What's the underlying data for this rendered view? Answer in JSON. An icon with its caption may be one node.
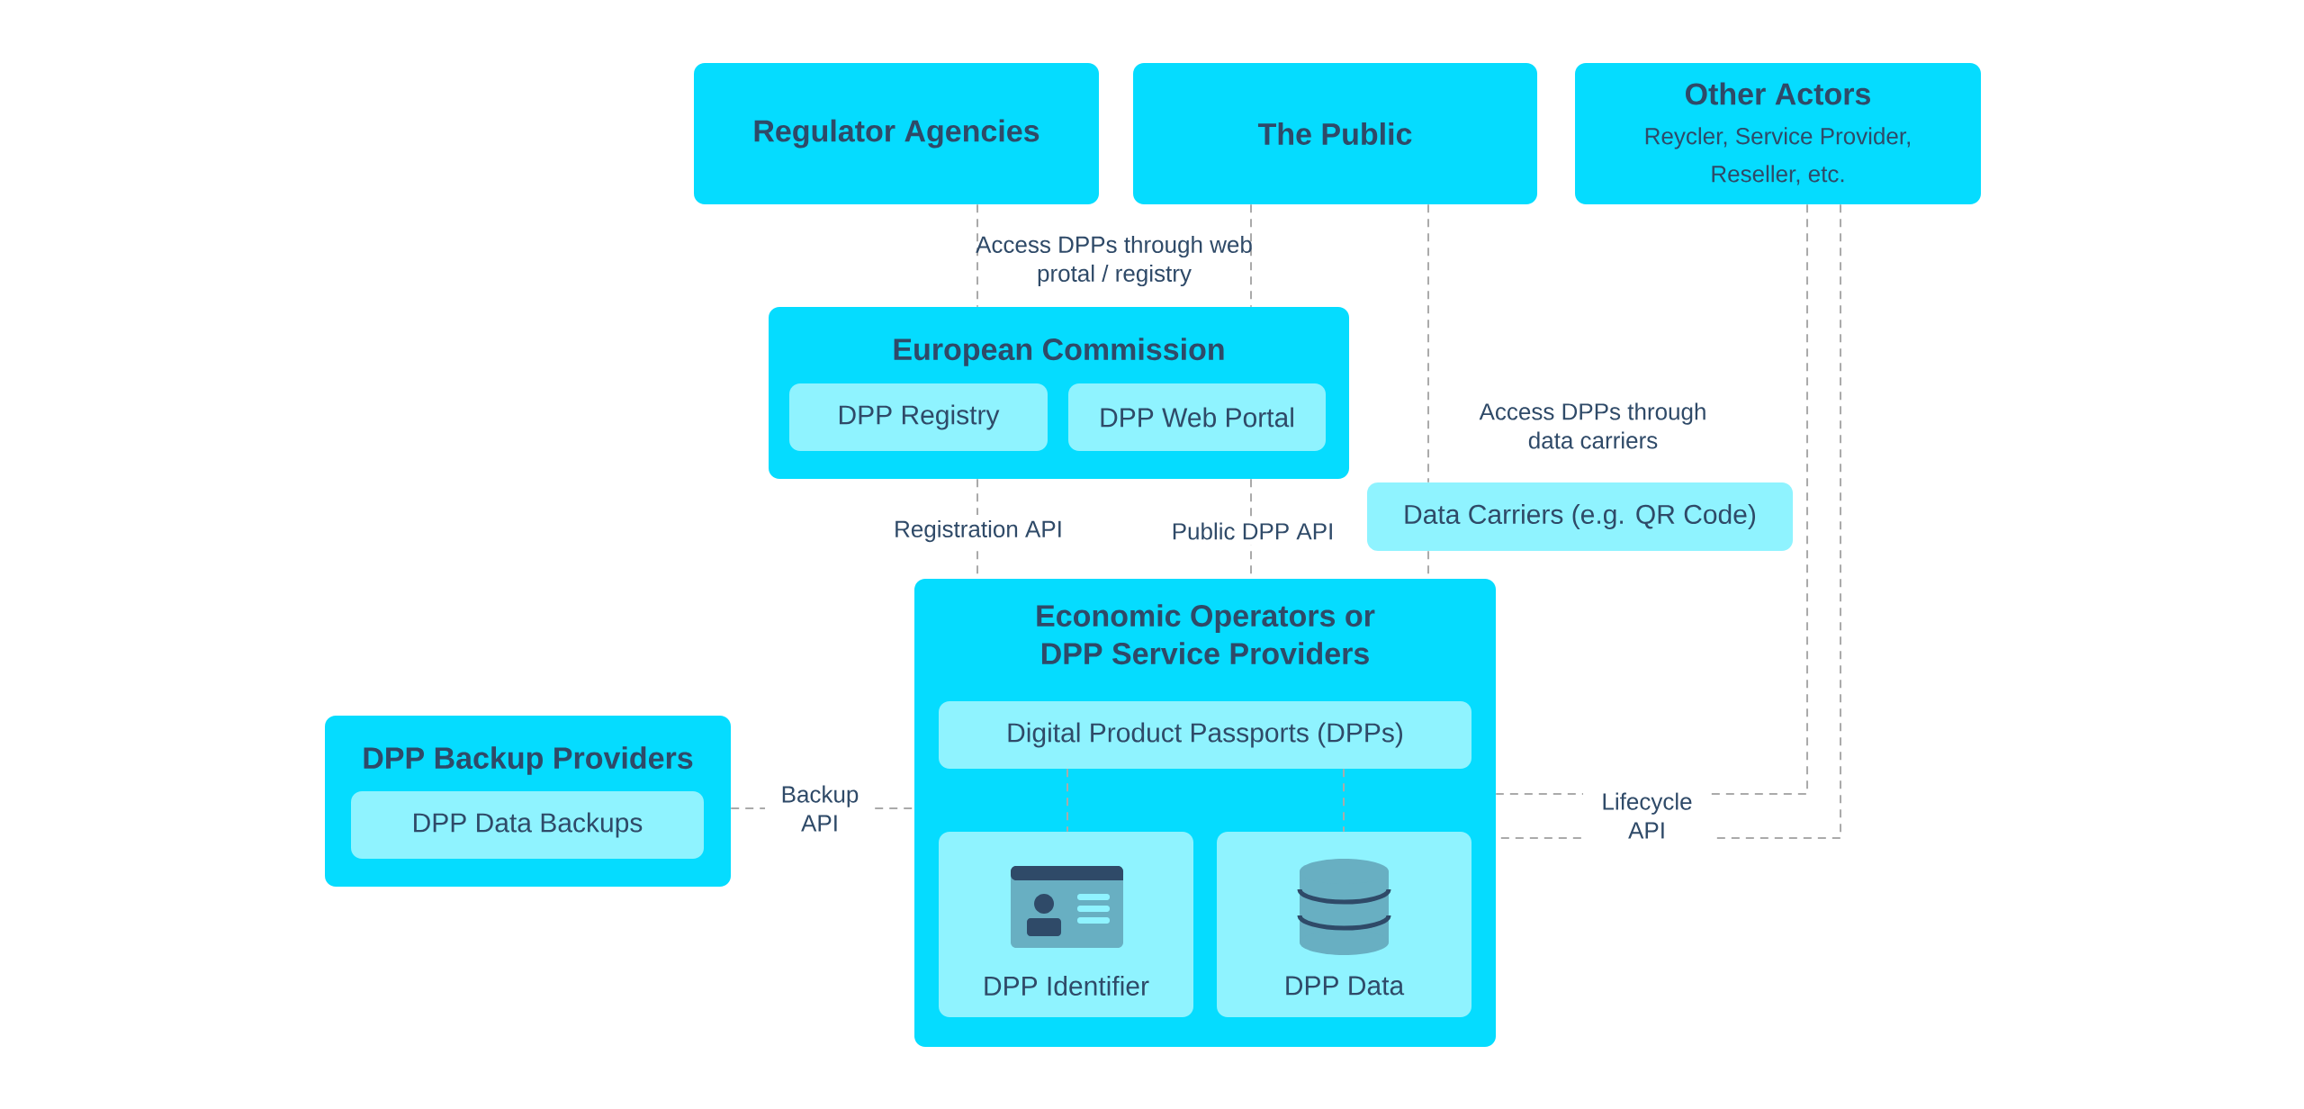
{
  "diagram": {
    "nodes": [
      {
        "text": [
          "Regulator Agencies"
        ]
      },
      {
        "text": [
          "The Public"
        ]
      },
      {
        "text": [
          "Other Actors",
          "Reycler, Service Provider, Reseller, etc."
        ]
      },
      {
        "text": [
          "European Commission"
        ]
      },
      {
        "text": [
          "DPP Registry"
        ],
        "in": 3
      },
      {
        "text": [
          "DPP Web Portal"
        ],
        "in": 3
      },
      {
        "text": [
          "Data Carriers (e.g. QR Code)"
        ]
      },
      {
        "text": [
          "Economic Operators or DPP Service Providers"
        ]
      },
      {
        "text": [
          "Digital Product Passports (DPPs)"
        ],
        "in": 7
      },
      {
        "text": [
          "DPP Identifier"
        ],
        "in": 7
      },
      {
        "text": [
          "DPP Data"
        ],
        "in": 7
      },
      {
        "text": [
          "DPP Backup Providers"
        ]
      },
      {
        "text": [
          "DPP Data Backups"
        ],
        "in": 11
      }
    ],
    "edges": [
      {
        "from": 0,
        "to": 3,
        "arrow": "none",
        "style": "dashed"
      },
      {
        "from": 1,
        "to": 3,
        "arrow": "none",
        "style": "dashed"
      },
      {
        "from": 3,
        "to": 7,
        "arrow": "none",
        "style": "dashed",
        "label": "Registration API"
      },
      {
        "from": 3,
        "to": 7,
        "arrow": "none",
        "style": "dashed",
        "label": "Public DPP API"
      },
      {
        "from": 1,
        "to": 6,
        "arrow": "none",
        "style": "dashed"
      },
      {
        "from": 6,
        "to": 7,
        "arrow": "none",
        "style": "dashed"
      },
      {
        "from": 2,
        "to": 7,
        "arrow": "none",
        "style": "dashed",
        "label": "Lifecycle API"
      },
      {
        "from": 2,
        "to": 7,
        "arrow": "none",
        "style": "dashed"
      },
      {
        "from": 11,
        "to": 7,
        "arrow": "none",
        "style": "dashed",
        "label": "Backup API"
      },
      {
        "from": 8,
        "to": 9,
        "arrow": "none",
        "style": "dashed"
      },
      {
        "from": 8,
        "to": 10,
        "arrow": "none",
        "style": "dashed"
      }
    ],
    "labels": [
      "Access DPPs through web protal / registry",
      "Access DPPs through data carriers"
    ]
  }
}
